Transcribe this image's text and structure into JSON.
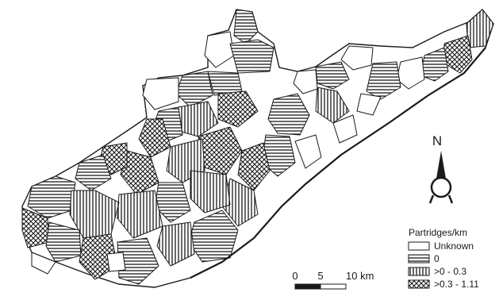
{
  "map": {
    "north_label": "N",
    "legend": {
      "title": "Partridges/km",
      "items": [
        {
          "label": "Unknown",
          "pattern": "none"
        },
        {
          "label": "0",
          "pattern": "horizontal"
        },
        {
          "label": ">0 - 0.3",
          "pattern": "vertical"
        },
        {
          "label": ">0.3 - 1.11",
          "pattern": "crosshatch"
        }
      ]
    },
    "scale_bar": {
      "labels": [
        "0",
        "5",
        "10 km"
      ]
    },
    "colors": {
      "ink": "#1a1a1a",
      "paper": "#ffffff"
    }
  }
}
